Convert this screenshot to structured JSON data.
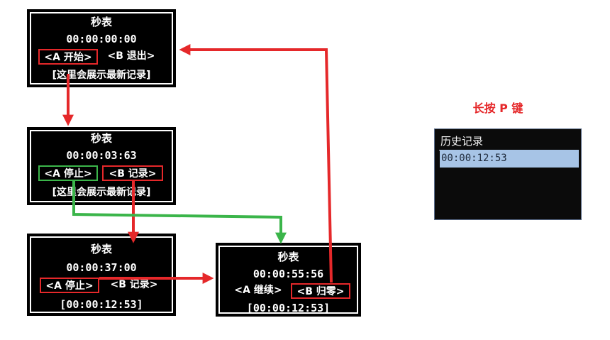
{
  "screens": [
    {
      "title": "秒表",
      "time": "00:00:00:00",
      "btn_a": "<A 开始>",
      "btn_b": "<B 退出>",
      "footer": "[这里会展示最新记录]"
    },
    {
      "title": "秒表",
      "time": "00:00:03:63",
      "btn_a": "<A 停止>",
      "btn_b": "<B 记录>",
      "footer": "[这里会展示最新记录]"
    },
    {
      "title": "秒表",
      "time": "00:00:37:00",
      "btn_a": "<A 停止>",
      "btn_b": "<B 记录>",
      "footer": "[00:00:12:53]"
    },
    {
      "title": "秒表",
      "time": "00:00:55:56",
      "btn_a": "<A 继续>",
      "btn_b": "<B 归零>",
      "footer": "[00:00:12:53]"
    }
  ],
  "caption": "长按 P 键",
  "history": {
    "title": "历史记录",
    "entry": "00:00:12:53"
  },
  "colors": {
    "arrow_red": "#e5282a",
    "arrow_green": "#3bb54a",
    "selection": "#a7c4e6"
  }
}
